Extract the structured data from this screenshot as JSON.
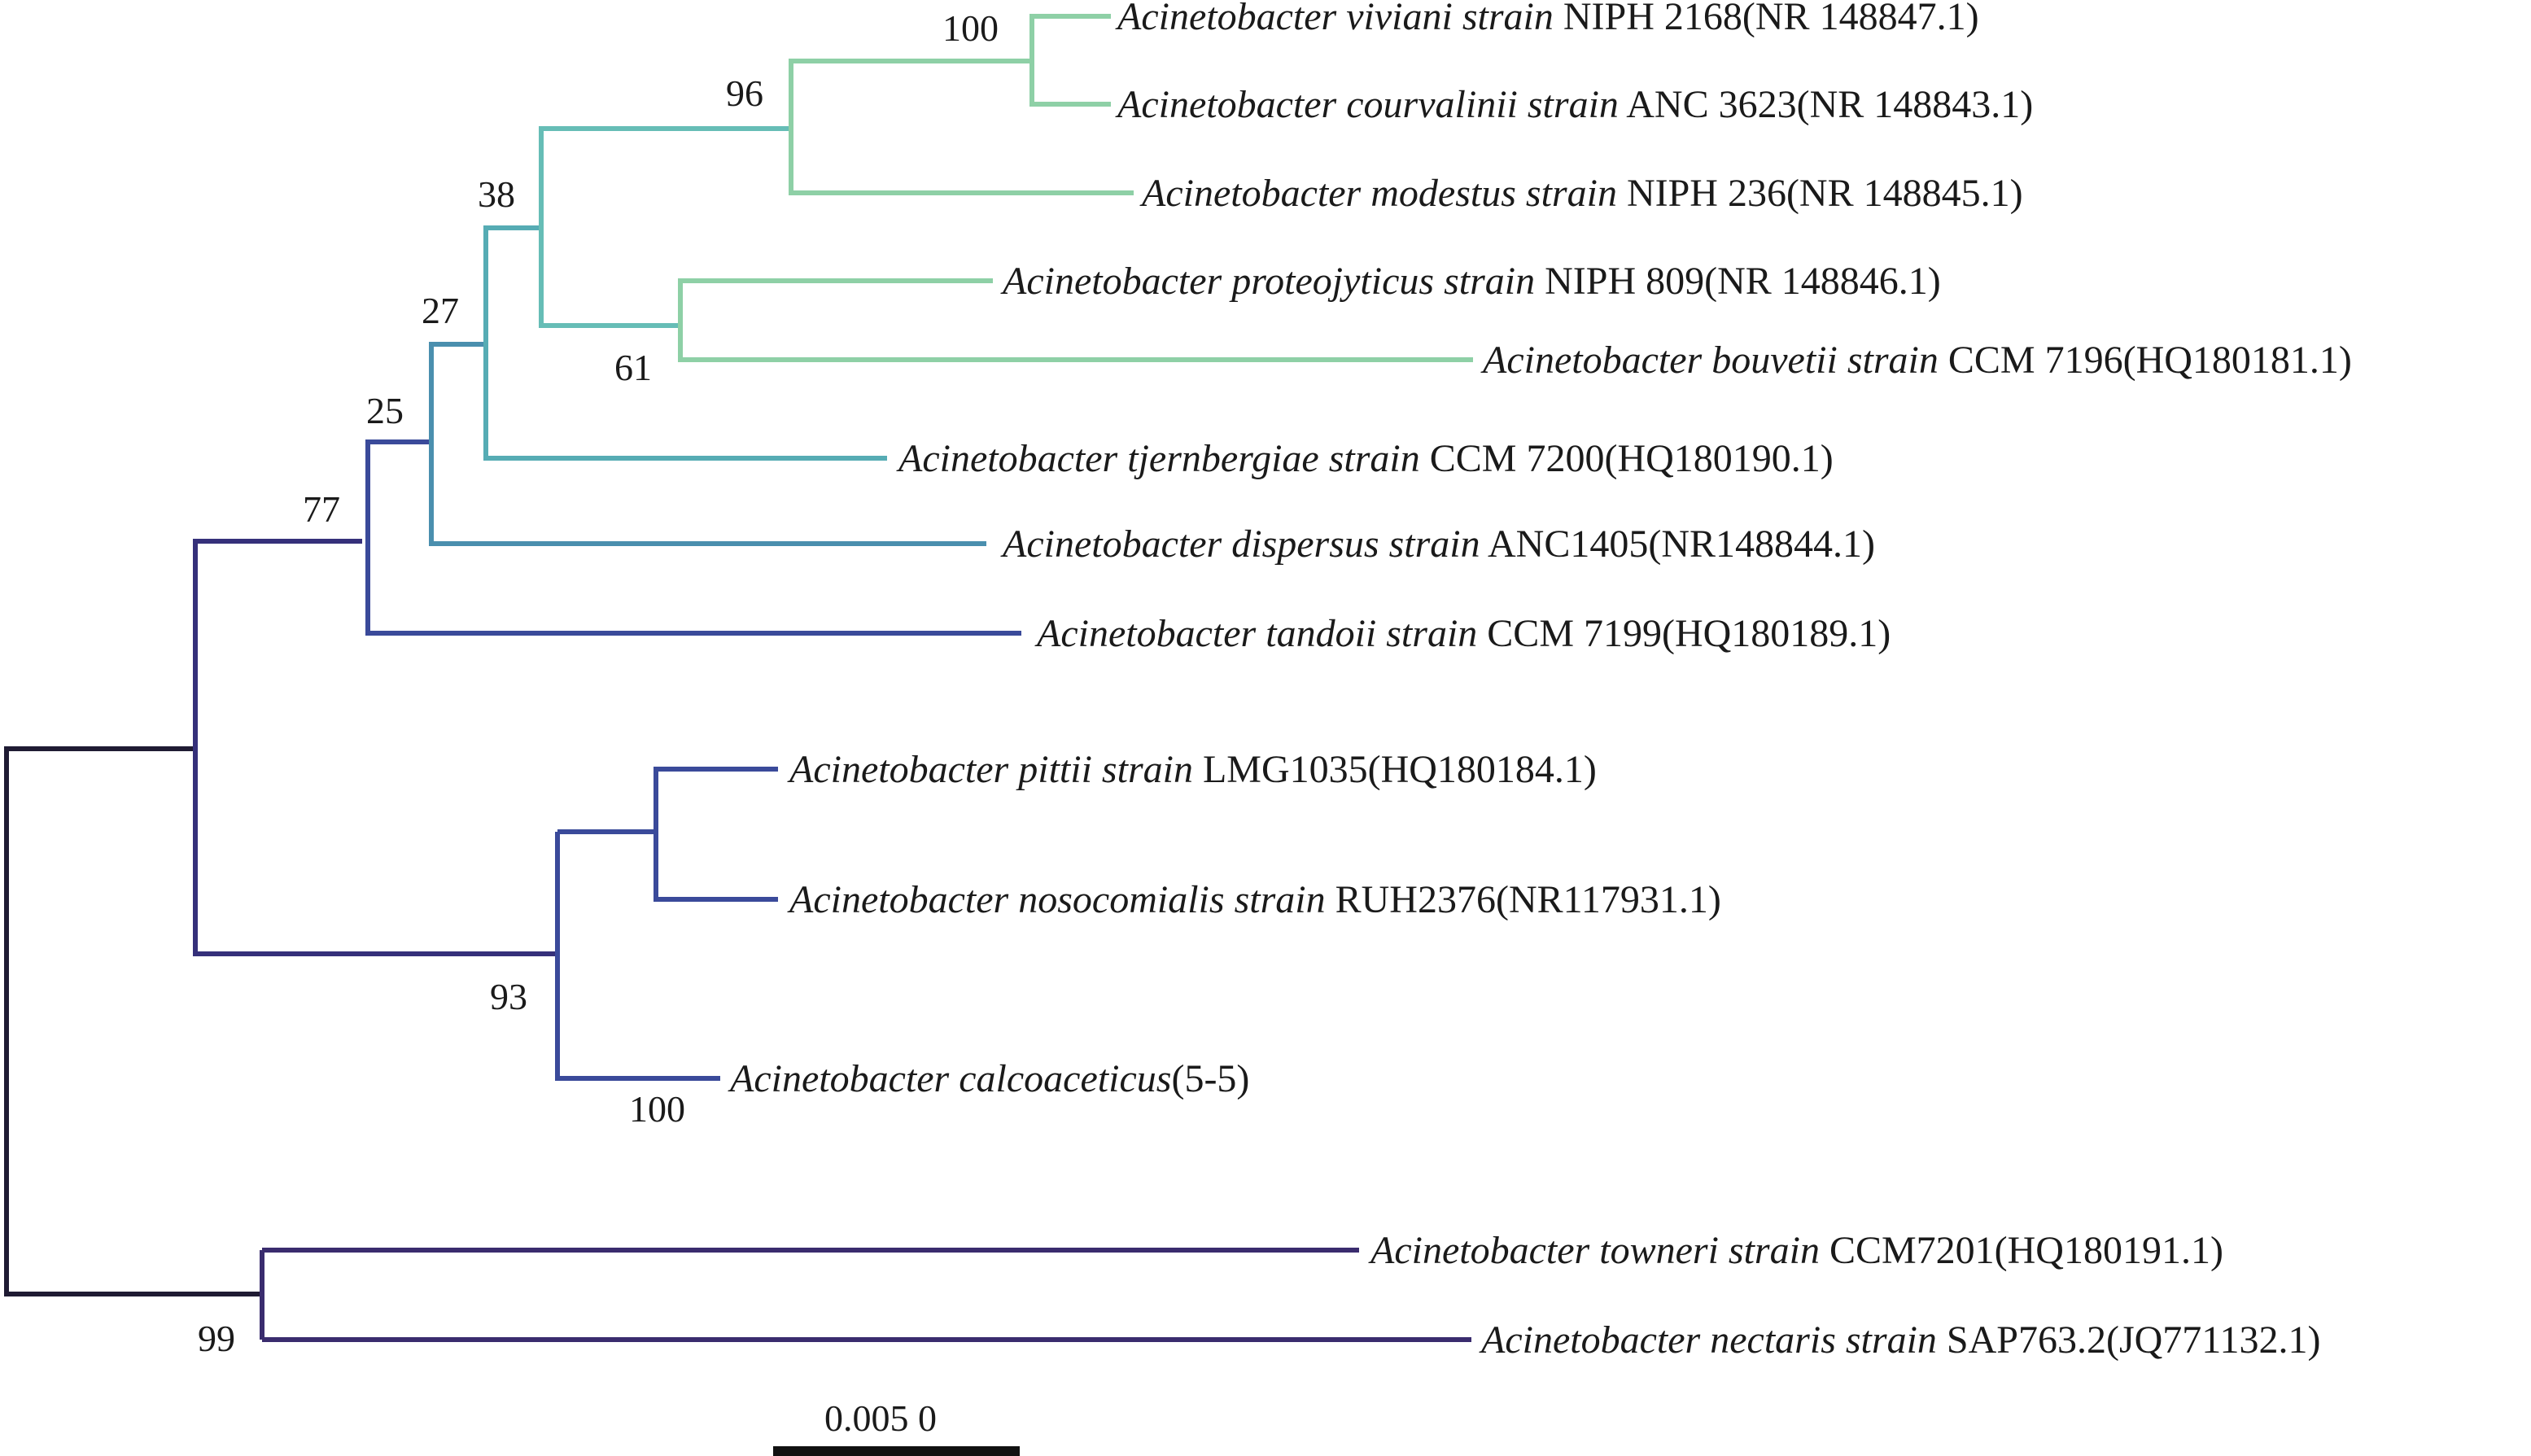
{
  "tree": {
    "taxa": [
      {
        "genus": "Acinetobacter",
        "species": "viviani",
        "strain_word": "strain",
        "rest": "NIPH 2168(NR 148847.1)"
      },
      {
        "genus": "Acinetobacter",
        "species": "courvalinii",
        "strain_word": "strain",
        "rest": "ANC 3623(NR 148843.1)"
      },
      {
        "genus": "Acinetobacter",
        "species": "modestus",
        "strain_word": "strain",
        "rest": "NIPH 236(NR 148845.1)"
      },
      {
        "genus": "Acinetobacter",
        "species": "proteojyticus",
        "strain_word": "strain",
        "rest": "NIPH 809(NR 148846.1)"
      },
      {
        "genus": "Acinetobacter",
        "species": "bouvetii",
        "strain_word": "strain",
        "rest": "CCM 7196(HQ180181.1)"
      },
      {
        "genus": "Acinetobacter",
        "species": "tjernbergiae",
        "strain_word": "strain",
        "rest": "CCM 7200(HQ180190.1)"
      },
      {
        "genus": "Acinetobacter",
        "species": "dispersus",
        "strain_word": "strain",
        "rest": "ANC1405(NR148844.1)"
      },
      {
        "genus": "Acinetobacter",
        "species": "tandoii",
        "strain_word": "strain",
        "rest": "CCM 7199(HQ180189.1)"
      },
      {
        "genus": "Acinetobacter",
        "species": "pittii",
        "strain_word": "strain",
        "rest": "LMG1035(HQ180184.1)"
      },
      {
        "genus": "Acinetobacter",
        "species": "nosocomialis",
        "strain_word": "strain",
        "rest": "RUH2376(NR117931.1)"
      },
      {
        "genus": "Acinetobacter",
        "species": "calcoaceticus",
        "strain_word": "",
        "rest": "(5-5)"
      },
      {
        "genus": "Acinetobacter",
        "species": "towneri",
        "strain_word": "strain",
        "rest": "CCM7201(HQ180191.1)"
      },
      {
        "genus": "Acinetobacter",
        "species": "nectaris",
        "strain_word": "strain",
        "rest": "SAP763.2(JQ771132.1)"
      }
    ],
    "bootstrap_values": [
      "100",
      "96",
      "38",
      "27",
      "25",
      "77",
      "61",
      "93",
      "100",
      "99"
    ],
    "scale_bar_label": "0.005 0",
    "colors": {
      "root": "#1f1b33",
      "outgroup_clade": "#3a2c6e",
      "main_clade": "#35307a",
      "deep_blue": "#3a4a9a",
      "mid_blue": "#3d6aa8",
      "teal_dark": "#4a8fae",
      "teal": "#56acb4",
      "teal_light": "#66bdb6",
      "green_light": "#8ed0a6",
      "scale_bar": "#111111"
    }
  }
}
